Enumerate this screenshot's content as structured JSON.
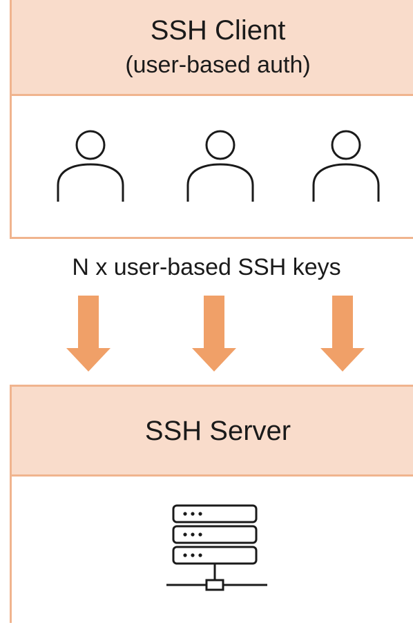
{
  "client": {
    "title": "SSH Client",
    "subtitle": "(user-based auth)",
    "users": [
      {
        "icon": "user-icon"
      },
      {
        "icon": "user-icon"
      },
      {
        "icon": "user-icon"
      }
    ]
  },
  "connection": {
    "label": "N x user-based SSH keys",
    "arrow_count": 3,
    "arrow_color": "#f0a068"
  },
  "server": {
    "title": "SSH Server",
    "icon": "server-rack-icon"
  },
  "colors": {
    "header_fill": "#f9dccb",
    "border": "#f0b48e",
    "arrow": "#f0a068",
    "icon_stroke": "#1a1a1a"
  }
}
